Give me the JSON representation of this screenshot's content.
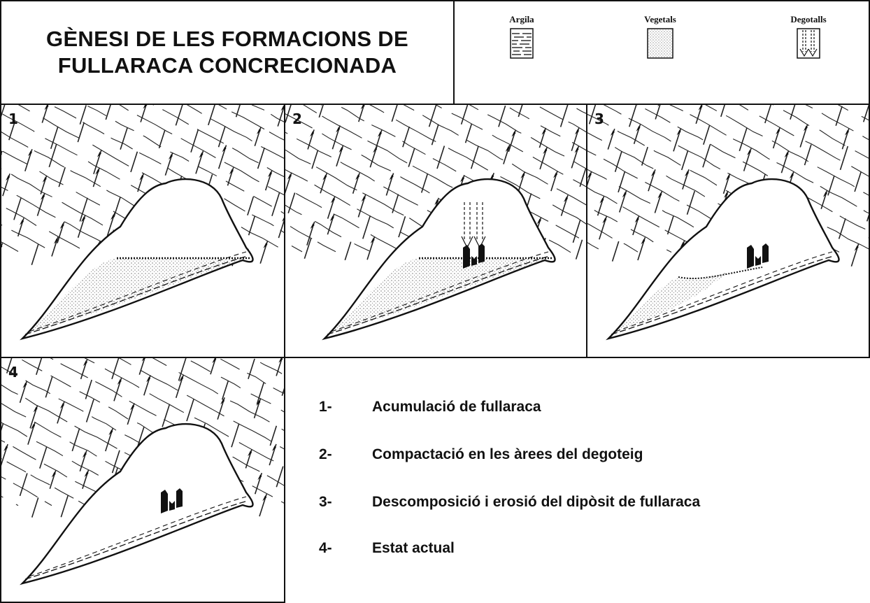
{
  "title": {
    "line1": "GÈNESI DE LES FORMACIONS DE",
    "line2": "FULLARACA CONCRECIONADA"
  },
  "legend": {
    "items": [
      {
        "label": "Argila",
        "icon": "clay-hatch-icon"
      },
      {
        "label": "Vegetals",
        "icon": "dotted-vegetation-icon"
      },
      {
        "label": "Degotalls",
        "icon": "drip-arrows-icon"
      }
    ]
  },
  "panels": [
    {
      "number": "1"
    },
    {
      "number": "2"
    },
    {
      "number": "3"
    },
    {
      "number": "4"
    }
  ],
  "steps": [
    {
      "num": "1-",
      "text": "Acumulació de fullaraca"
    },
    {
      "num": "2-",
      "text": "Compactació en les àrees del degoteig"
    },
    {
      "num": "3-",
      "text": "Descomposició i erosió del dipòsit de fullaraca"
    },
    {
      "num": "4-",
      "text": "Estat actual"
    }
  ]
}
